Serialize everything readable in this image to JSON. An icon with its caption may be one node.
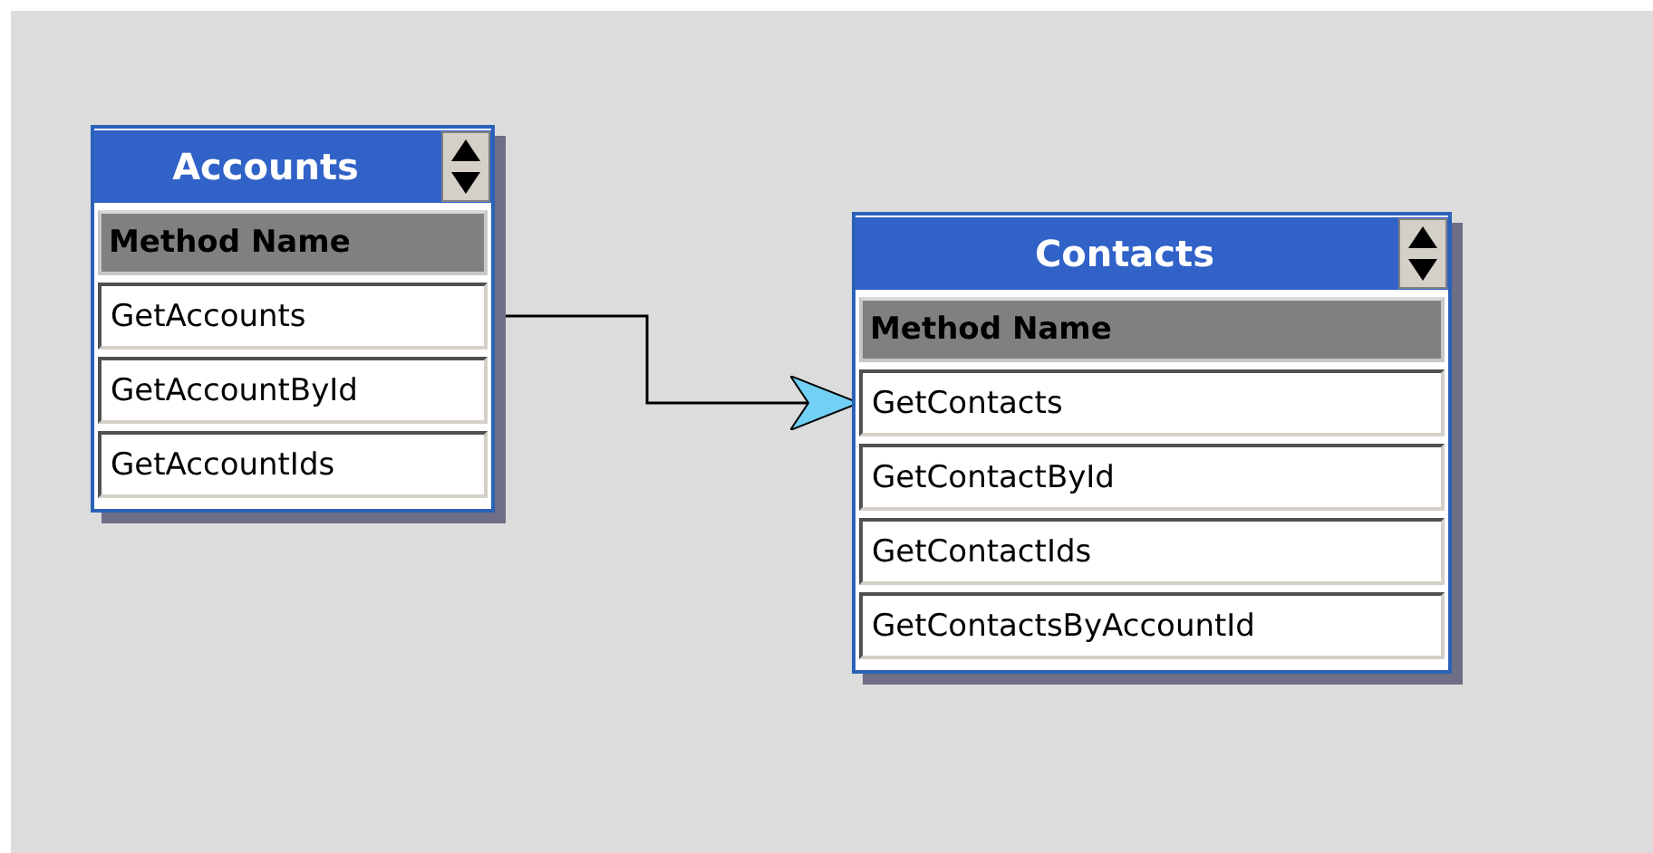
{
  "diagram": {
    "nodes": [
      {
        "text": [
          "Accounts",
          "Method Name"
        ]
      },
      {
        "text": [
          "GetAccounts"
        ],
        "in": 0
      },
      {
        "text": [
          "GetAccountById"
        ],
        "in": 0
      },
      {
        "text": [
          "GetAccountIds"
        ],
        "in": 0
      },
      {
        "text": [
          "Contacts",
          "Method Name"
        ]
      },
      {
        "text": [
          "GetContacts"
        ],
        "in": 4
      },
      {
        "text": [
          "GetContactById"
        ],
        "in": 4
      },
      {
        "text": [
          "GetContactIds"
        ],
        "in": 4
      },
      {
        "text": [
          "GetContactsByAccountId"
        ],
        "in": 4
      }
    ],
    "edges": [
      {
        "from": 1,
        "to": 5,
        "arrow": "to"
      }
    ]
  }
}
